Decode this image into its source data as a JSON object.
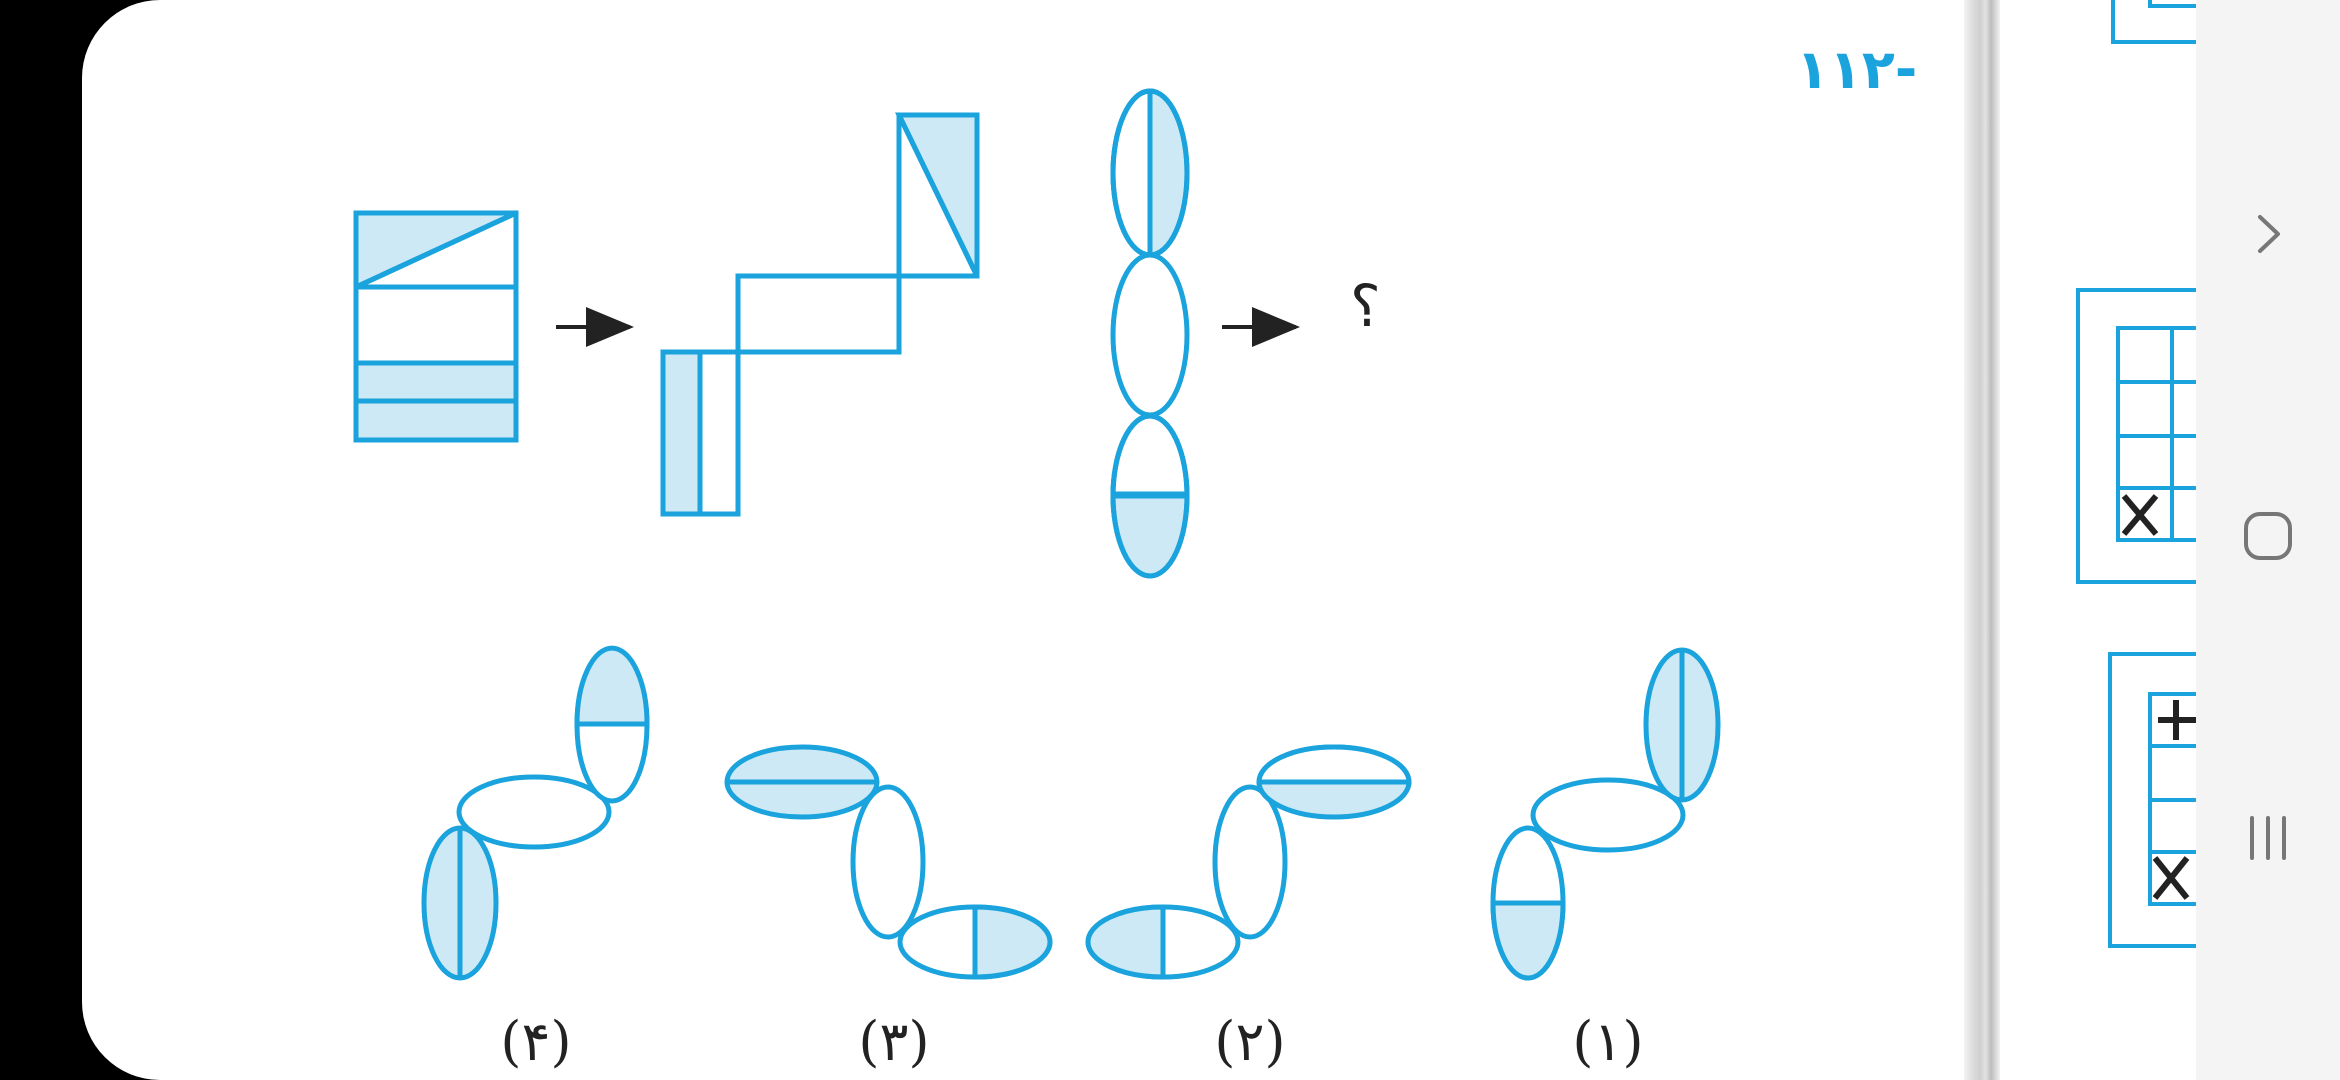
{
  "question": {
    "number": "-۱۱۲",
    "unknown_mark": "؟"
  },
  "options": [
    {
      "label": "(۴)"
    },
    {
      "label": "(۳)"
    },
    {
      "label": "(۲)"
    },
    {
      "label": "(۱)"
    }
  ],
  "colors": {
    "stroke": "#1aa3dc",
    "fill": "#cde9f6",
    "arrow": "#222222",
    "background": "#ffffff"
  },
  "navbar": {
    "buttons": [
      {
        "icon": "chevron-right-icon"
      },
      {
        "icon": "home-icon"
      },
      {
        "icon": "recent-apps-icon"
      }
    ]
  }
}
